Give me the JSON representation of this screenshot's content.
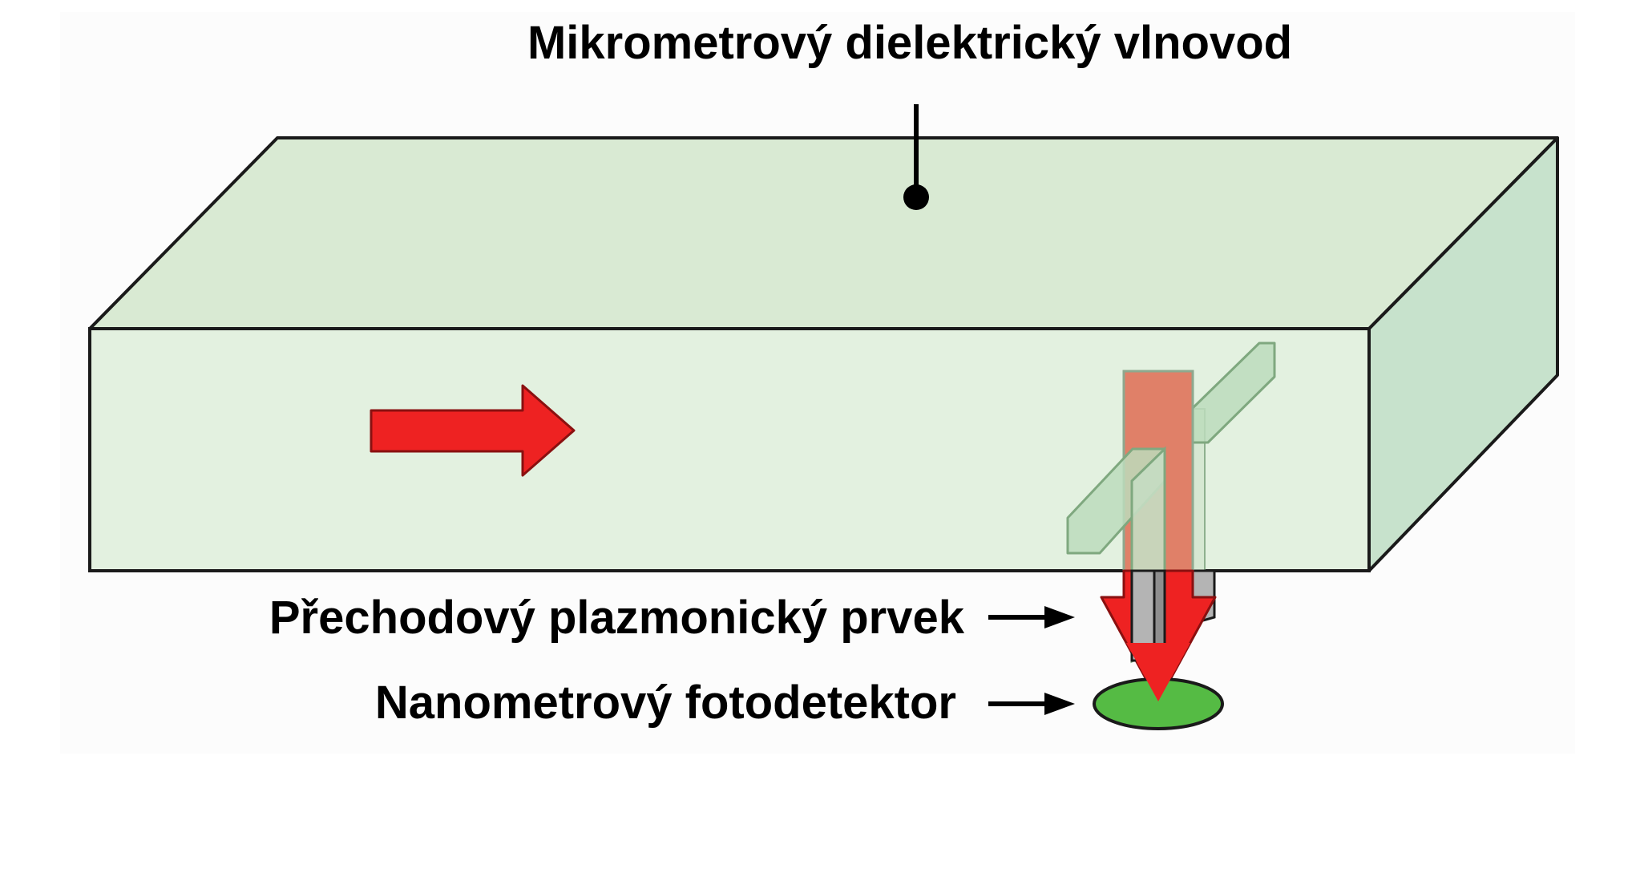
{
  "labels": {
    "waveguide": "Mikrometrový dielektrický vlnovod",
    "plasmonic_element": "Přechodový plazmonický prvek",
    "photodetector": "Nanometrový fotodetektor"
  },
  "colors": {
    "waveguide_top": "#d9ead3",
    "waveguide_front": "#e3f1e0",
    "waveguide_side": "#c7e2cc",
    "outline": "#1a1a1a",
    "light_arrow": "#ee2222",
    "plasmonic_bar": "#e08068",
    "antenna": "#bcdcbc",
    "metal_stub": "#b4b4b4",
    "detector": "#55bb44"
  }
}
